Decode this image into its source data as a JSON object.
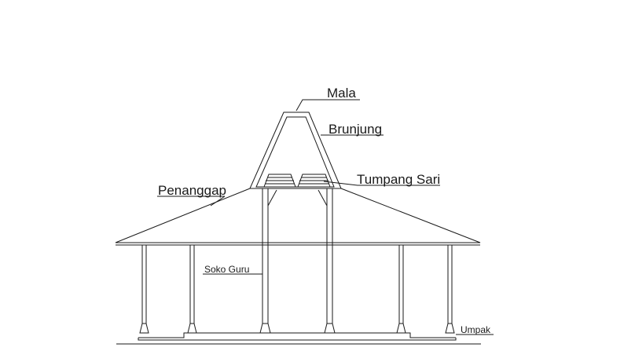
{
  "diagram": {
    "labels": {
      "mala": "Mala",
      "brunjung": "Brunjung",
      "tumpang_sari": "Tumpang Sari",
      "penanggap": "Penanggap",
      "soko_guru": "Soko Guru",
      "umpak": "Umpak"
    }
  }
}
